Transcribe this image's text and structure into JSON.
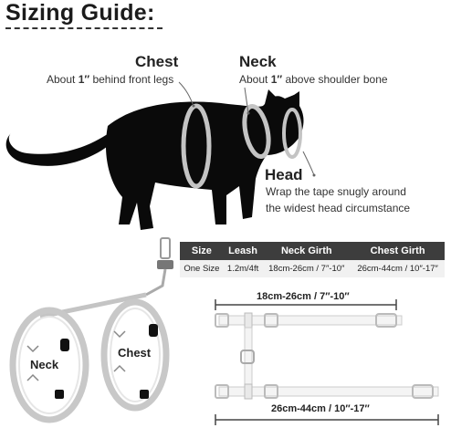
{
  "title": "Sizing Guide:",
  "labels": {
    "chest": {
      "name": "Chest",
      "desc_prefix": "About ",
      "desc_value": "1″",
      "desc_suffix": " behind front legs"
    },
    "neck": {
      "name": "Neck",
      "desc_prefix": "About ",
      "desc_value": "1″",
      "desc_suffix": " above shoulder bone"
    },
    "head": {
      "name": "Head",
      "desc_line1": "Wrap the tape snugly around",
      "desc_line2": "the widest head circumstance"
    }
  },
  "table": {
    "headers": [
      "Size",
      "Leash",
      "Neck Girth",
      "Chest Girth"
    ],
    "rows": [
      [
        "One Size",
        "1.2m/4ft",
        "18cm-26cm / 7″-10″",
        "26cm-44cm / 10″-17″"
      ]
    ]
  },
  "harness": {
    "neck_label": "Neck",
    "chest_label": "Chest"
  },
  "dimensions": {
    "neck": "18cm-26cm / 7″-10″",
    "chest": "26cm-44cm / 10″-17″"
  },
  "colors": {
    "title_underline": "#333333",
    "table_header_bg": "#3d3d3d",
    "table_row_bg": "#f1f1f1",
    "cat": "#0a0a0a",
    "harness_strap": "#bdbdbd"
  }
}
